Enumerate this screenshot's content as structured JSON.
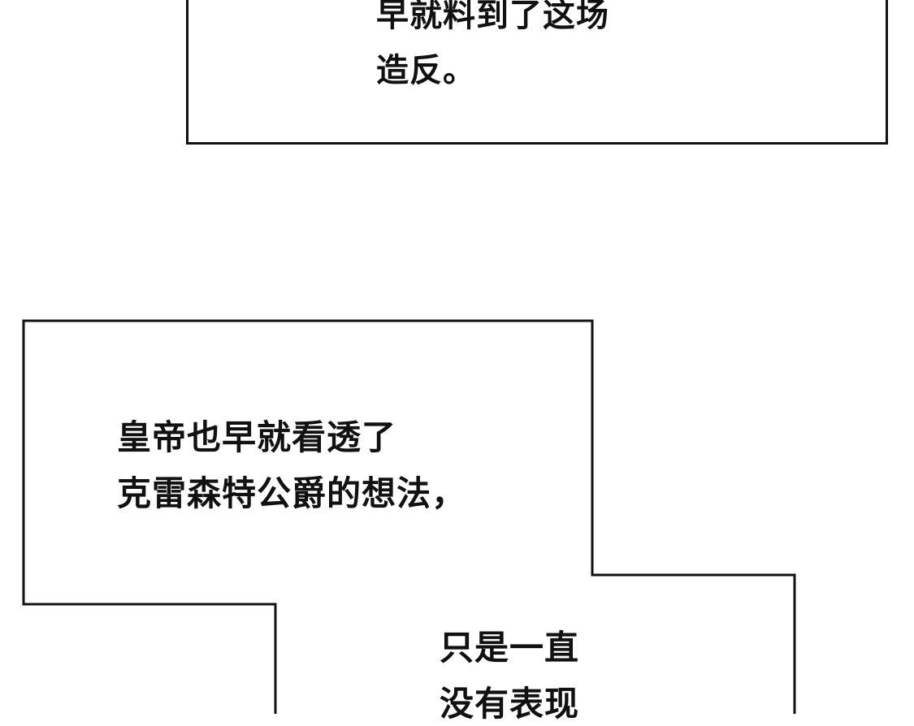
{
  "panel_top": {
    "lines": [
      "早就料到了这场",
      "造反。"
    ]
  },
  "panel_bottom": {
    "upper_lines": [
      "皇帝也早就看透了",
      "克雷森特公爵的想法，"
    ],
    "lower_lines": [
      "只是一直",
      "没有表现"
    ]
  },
  "colors": {
    "background": "#ffffff",
    "stroke": "#111111",
    "text": "#111111"
  }
}
